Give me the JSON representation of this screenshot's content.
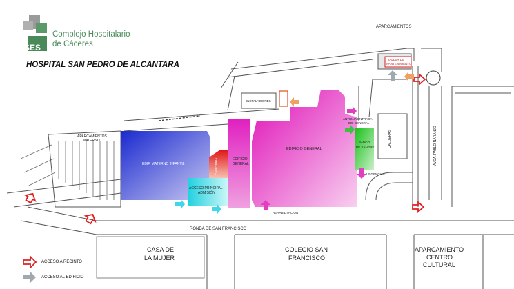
{
  "brand": {
    "logo_text": "SES",
    "name_line1": "Complejo Hospitalario",
    "name_line2": "de Cáceres",
    "color_green": "#4a8a5a",
    "color_gray": "#8a8a8a"
  },
  "map_title": "HOSPITAL SAN PEDRO DE ALCANTARA",
  "labels": {
    "aparcamientos_top": "APARCAMIENTOS",
    "taller_line1": "TALLER DE",
    "taller_line2": "MANTENIMIENTO",
    "instalaciones": "INSTALACIONES",
    "antigua_line1": "ANTIGUA ENTRADA",
    "antigua_line2": "ED. GENERAL",
    "aparcamientos_materno_line1": "APARCAMIENTOS",
    "aparcamientos_materno_line2": "MATERNO",
    "edificio_general_main": "EDIFICIO GENERAL",
    "materno_infantil": "EDIF. MATERNO INFANTIL",
    "cafeteria": "CAFETERIA",
    "edificio_general_small_line1": "EDIFICIO",
    "edificio_general_small_line2": "GENERAL",
    "banco_line1": "BANCO",
    "banco_line2": "DE SANGRE",
    "calderas": "CALDERAS",
    "urgencias": "URGENCIAS",
    "acceso_principal_line1": "ACCESO PRINCIPAL",
    "acceso_principal_line2": "ADMISIÓN",
    "rehabilitacion": "REHABILITACIÓN",
    "avda": "AVDA. PABLO NARANJO",
    "ronda": "RONDA DE SAN FRANCISCO",
    "casa_line1": "CASA DE",
    "casa_line2": "LA MUJER",
    "colegio_line1": "COLEGIO SAN",
    "colegio_line2": "FRANCISCO",
    "aparc_centro_line1": "APARCAMIENTO",
    "aparc_centro_line2": "CENTRO",
    "aparc_centro_line3": "CULTURAL"
  },
  "legend": {
    "acceso_recinto": "ACCESO A RECINTO",
    "acceso_edificio": "ACCESO AL EDIFICIO"
  },
  "colors": {
    "materno_blue": "#2233cc",
    "general_magenta": "#e020c0",
    "admision_cyan": "#2ad4e0",
    "banco_green": "#38c838",
    "cafeteria_red": "#e03020",
    "arrow_red": "#e02020",
    "arrow_orange": "#f0a060",
    "arrow_pink": "#e040c0",
    "arrow_green": "#40c040",
    "arrow_gray": "#a0a8b0"
  }
}
